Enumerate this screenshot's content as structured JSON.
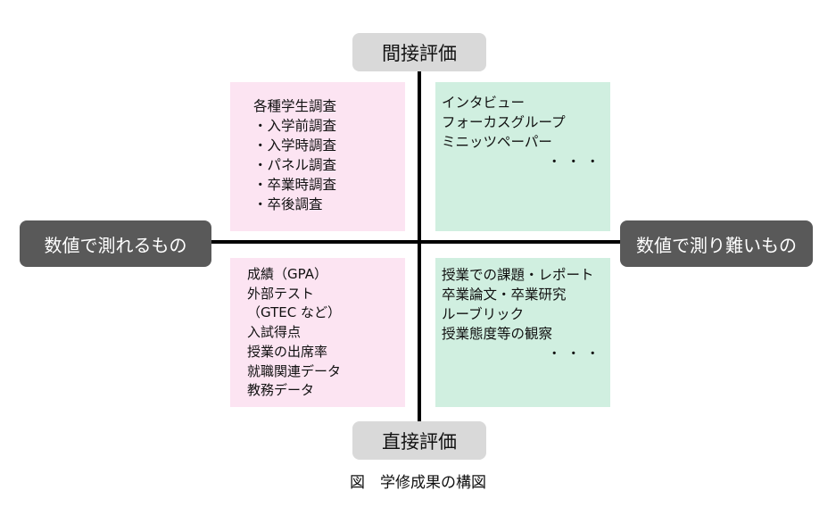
{
  "axes": {
    "top": "間接評価",
    "bottom": "直接評価",
    "left": "数値で測れるもの",
    "right": "数値で測り難いもの"
  },
  "quadrants": {
    "top_left": [
      "各種学生調査",
      "・入学前調査",
      "・入学時調査",
      "・パネル調査",
      "・卒業時調査",
      "・卒後調査"
    ],
    "top_right": [
      "インタビュー",
      "フォーカスグループ",
      "ミニッツペーパー"
    ],
    "top_right_more": "・・・",
    "bottom_left": [
      "成績（GPA）",
      "外部テスト",
      "（GTEC など）",
      "入試得点",
      "授業の出席率",
      "就職関連データ",
      "教務データ"
    ],
    "bottom_right": [
      "授業での課題・レポート",
      "卒業論文・卒業研究",
      "ルーブリック",
      "授業態度等の観察"
    ],
    "bottom_right_more": "・・・"
  },
  "caption": "図　学修成果の構図",
  "colors": {
    "pink": "#fce4f2",
    "green": "#d0efe0",
    "light_label": "#d9d9d9",
    "dark_label": "#595959"
  }
}
